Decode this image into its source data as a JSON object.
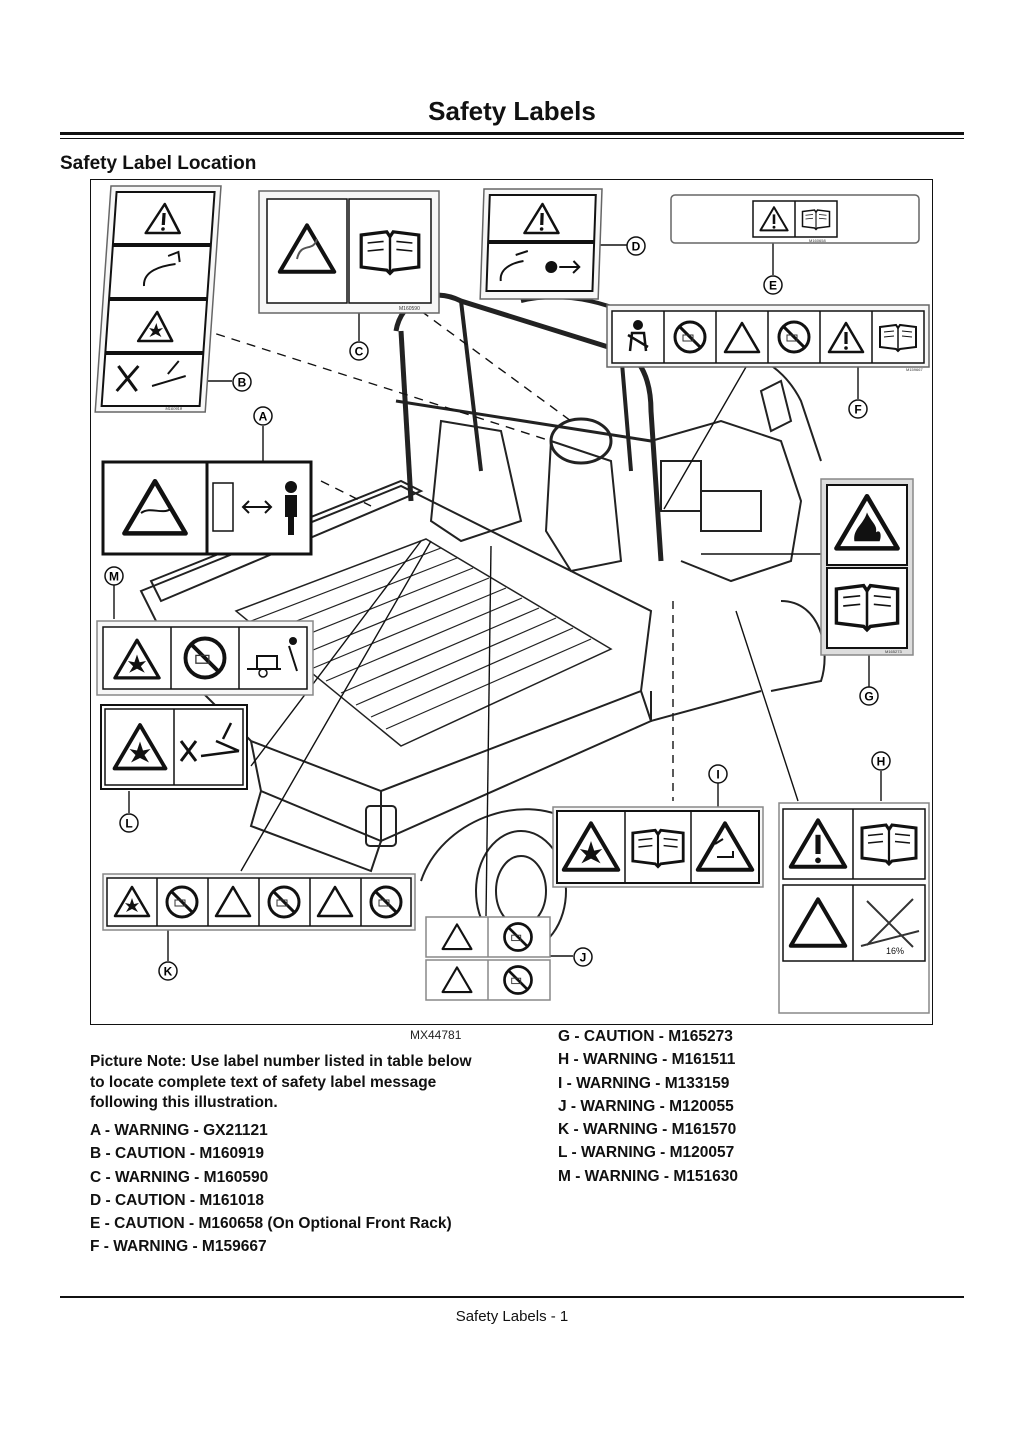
{
  "page": {
    "title": "Safety Labels",
    "section": "Safety Label Location",
    "figure_id": "MX44781",
    "note": "Picture Note: Use label number listed in table below to locate complete text of safety label message following this illustration.",
    "footer": "Safety Labels - 1"
  },
  "callouts": [
    "A",
    "B",
    "C",
    "D",
    "E",
    "F",
    "G",
    "H",
    "I",
    "J",
    "K",
    "L",
    "M"
  ],
  "labels_left": [
    "A  - WARNING - GX21121",
    "B  - CAUTION - M160919",
    "C  - WARNING - M160590",
    "D  - CAUTION - M161018",
    "E  - CAUTION - M160658 (On Optional Front Rack)",
    "F  - WARNING - M159667"
  ],
  "labels_right": [
    "G - CAUTION - M165273",
    "H  - WARNING - M161511",
    "I   - WARNING - M133159",
    "J  - WARNING - M120055",
    "K  - WARNING - M161570",
    "L  - WARNING - M120057",
    "M - WARNING - M151630"
  ],
  "decal_codes": {
    "b": "M160919",
    "c": "M160590",
    "e": "M160658",
    "g": "M165273",
    "f": "M159667",
    "h_grade": "16%"
  }
}
